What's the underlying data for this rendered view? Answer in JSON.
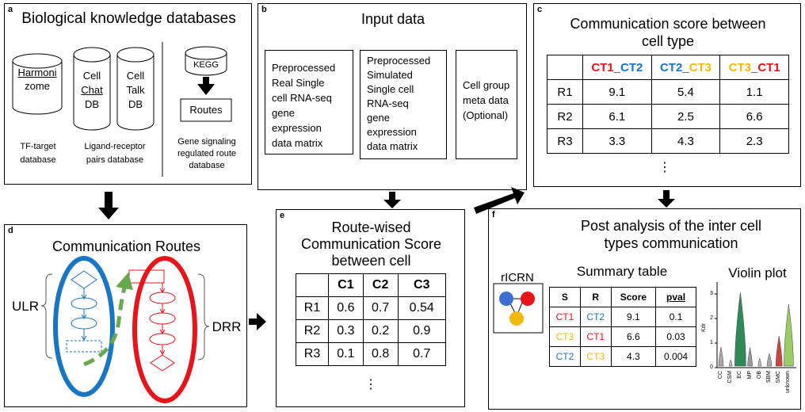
{
  "panels": {
    "a": {
      "label": "a",
      "title": "Biological knowledge databases",
      "db1": [
        "Harmoni",
        "zome"
      ],
      "db2": [
        "Cell",
        "Chat",
        "DB"
      ],
      "db3": [
        "Cell",
        "Talk",
        "DB"
      ],
      "db4": "KEGG",
      "routes_box": "Routes",
      "cap1": [
        "TF-target",
        "database"
      ],
      "cap2": [
        "Ligand-receptor",
        "pairs database"
      ],
      "cap3": [
        "Gene signaling",
        "regulated route",
        "database"
      ]
    },
    "b": {
      "label": "b",
      "title": "Input data",
      "box1": [
        "Preprocessed",
        "Real Single",
        "cell RNA-seq",
        "gene",
        "expression",
        "data matrix"
      ],
      "box2": [
        "Preprocessed",
        "Simulated",
        "Single cell",
        "RNA-seq",
        "gene",
        "expression",
        "data matrix"
      ],
      "box3": [
        "Cell group",
        "meta data",
        "(Optional)"
      ]
    },
    "c": {
      "label": "c",
      "title": [
        "Communication score between",
        "cell type"
      ],
      "headers": [
        {
          "a": "CT1",
          "b": "CT2",
          "ca": "red",
          "cb": "blue"
        },
        {
          "a": "CT2",
          "b": "CT3",
          "ca": "blue",
          "cb": "yel"
        },
        {
          "a": "CT3",
          "b": "CT1",
          "ca": "yel",
          "cb": "red"
        }
      ],
      "sep": "_",
      "rows": [
        {
          "name": "R1",
          "values": [
            "9.1",
            "5.4",
            "1.1"
          ]
        },
        {
          "name": "R2",
          "values": [
            "6.1",
            "2.5",
            "6.6"
          ]
        },
        {
          "name": "R3",
          "values": [
            "3.3",
            "4.3",
            "2.3"
          ]
        }
      ],
      "ellipsis": "⋮"
    },
    "d": {
      "label": "d",
      "title": "Communication Routes",
      "left_label": "ULR",
      "right_label": "DRR"
    },
    "e": {
      "label": "e",
      "title": [
        "Route-wised",
        "Communication Score",
        "between cell"
      ],
      "headers": [
        "C1",
        "C2",
        "C3"
      ],
      "rows": [
        {
          "name": "R1",
          "values": [
            "0.6",
            "0.7",
            "0.54"
          ]
        },
        {
          "name": "R2",
          "values": [
            "0.3",
            "0.2",
            "0.9"
          ]
        },
        {
          "name": "R3",
          "values": [
            "0.1",
            "0.8",
            "0.7"
          ]
        }
      ],
      "ellipsis": "⋮"
    },
    "f": {
      "label": "f",
      "title": [
        "Post analysis of the inter cell",
        "types communication"
      ],
      "ricrn": "rICRN",
      "summary_title": "Summary table",
      "violin_title": "Violin plot",
      "summary_headers": [
        "S",
        "R",
        "Score",
        "pval"
      ],
      "summary_rows": [
        {
          "s": "CT1",
          "sc": "red",
          "r": "CT2",
          "rc": "blue",
          "score": "9.1",
          "pval": "0.1"
        },
        {
          "s": "CT3",
          "sc": "yel",
          "r": "CT1",
          "rc": "red",
          "score": "6.6",
          "pval": "0.03"
        },
        {
          "s": "CT2",
          "sc": "blue",
          "r": "CT3",
          "rc": "yel",
          "score": "4.3",
          "pval": "0.004"
        }
      ],
      "violin_ylabel": "Kdr",
      "violin_yticks": [
        "3",
        "2",
        "1",
        "0"
      ],
      "violin_categories": [
        "CC",
        "CSM",
        "EC",
        "MP",
        "OB",
        "SBM",
        "SMC",
        "unknown"
      ]
    }
  },
  "colors": {
    "red": "#e8141b",
    "blue": "#1a75c2",
    "yellow": "#f2b80c",
    "green": "#6aa84f"
  }
}
